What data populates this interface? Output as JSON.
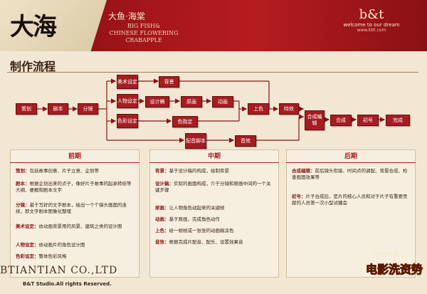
{
  "header": {
    "logo_text": "大海",
    "subtitle_cn": "大鱼·海棠",
    "subtitle_en_1": "BIG FISH&",
    "subtitle_en_2": "CHINESE FLOWERING",
    "subtitle_en_3": "CRABAPPLE",
    "brand_name": "b&t",
    "brand_tagline": "welcome to our dream",
    "brand_url": "www.bbt.com"
  },
  "section_title": "制作流程",
  "flow": {
    "nodes": {
      "plan": "策划",
      "script": "剧本",
      "storyboard": "分镜",
      "art_setting": "美术设定",
      "character_setting": "人物设定",
      "color_setting": "色彩设定",
      "background": "背景",
      "design_draft": "设计稿",
      "original_art": "原画",
      "animation": "动画",
      "color_spec": "色指定",
      "coloring": "上色",
      "effects": "特效",
      "voice_script": "配音脚本",
      "voice": "音效",
      "composite": "合成编辑",
      "compositing": "合成",
      "first_cut": "初号",
      "complete": "完成"
    }
  },
  "panels": {
    "pre": {
      "title": "前期",
      "items": [
        {
          "key": "策划：",
          "text": "包括故事创意、片子立意、企划等"
        },
        {
          "key": "剧本：",
          "text": "根据企划出来的点子，像好片子故事的起承转结等大纲、梗概和剧本文字"
        },
        {
          "key": "分镜：",
          "text": "基于写好的文字剧本，绘出一个个镜头画面的连续，即文字剧本图像化整理"
        },
        {
          "key": "美术设定：",
          "text": "依动画背景用的风景、建筑之类的设计图"
        },
        {
          "key": "人物设定：",
          "text": "依动画片的角色设计图"
        },
        {
          "key": "色彩设定：",
          "text": "整体色彩风格"
        }
      ]
    },
    "mid": {
      "title": "中期",
      "items": [
        {
          "key": "背景：",
          "text": "基于设计稿的构成，绘制背景"
        },
        {
          "key": "设计稿：",
          "text": "实际的画面构成，介于分镜和原画中间的一个关键步骤"
        },
        {
          "key": "原画：",
          "text": "让人物角色动起来的关键帧"
        },
        {
          "key": "动画：",
          "text": "基于原画，完成角色动作"
        },
        {
          "key": "上色：",
          "text": "给一帧帧或一张张的动画稿涂色"
        },
        {
          "key": "音效：",
          "text": "根据完成片配音、配乐、设置效果音"
        }
      ]
    },
    "post": {
      "title": "后期",
      "items": [
        {
          "key": "合成编辑：",
          "text": "前后镜头衔接、时间点的调配、背景合成、检查画面效果等"
        },
        {
          "key": "初号：",
          "text": "片子合成后，是片的核心人员和对于片子有重要贡献的人员第一次小型试播会"
        }
      ]
    }
  },
  "footer": {
    "company": "BTIANTIAN CO.,LTD",
    "studio": "B&T Studio.All rights Reserved.",
    "corner_en": "FishMovie",
    "corner_cn": "电影洗资势"
  },
  "colors": {
    "accent": "#a51d22",
    "background": "#f1e7d3",
    "text": "#3a2418"
  }
}
